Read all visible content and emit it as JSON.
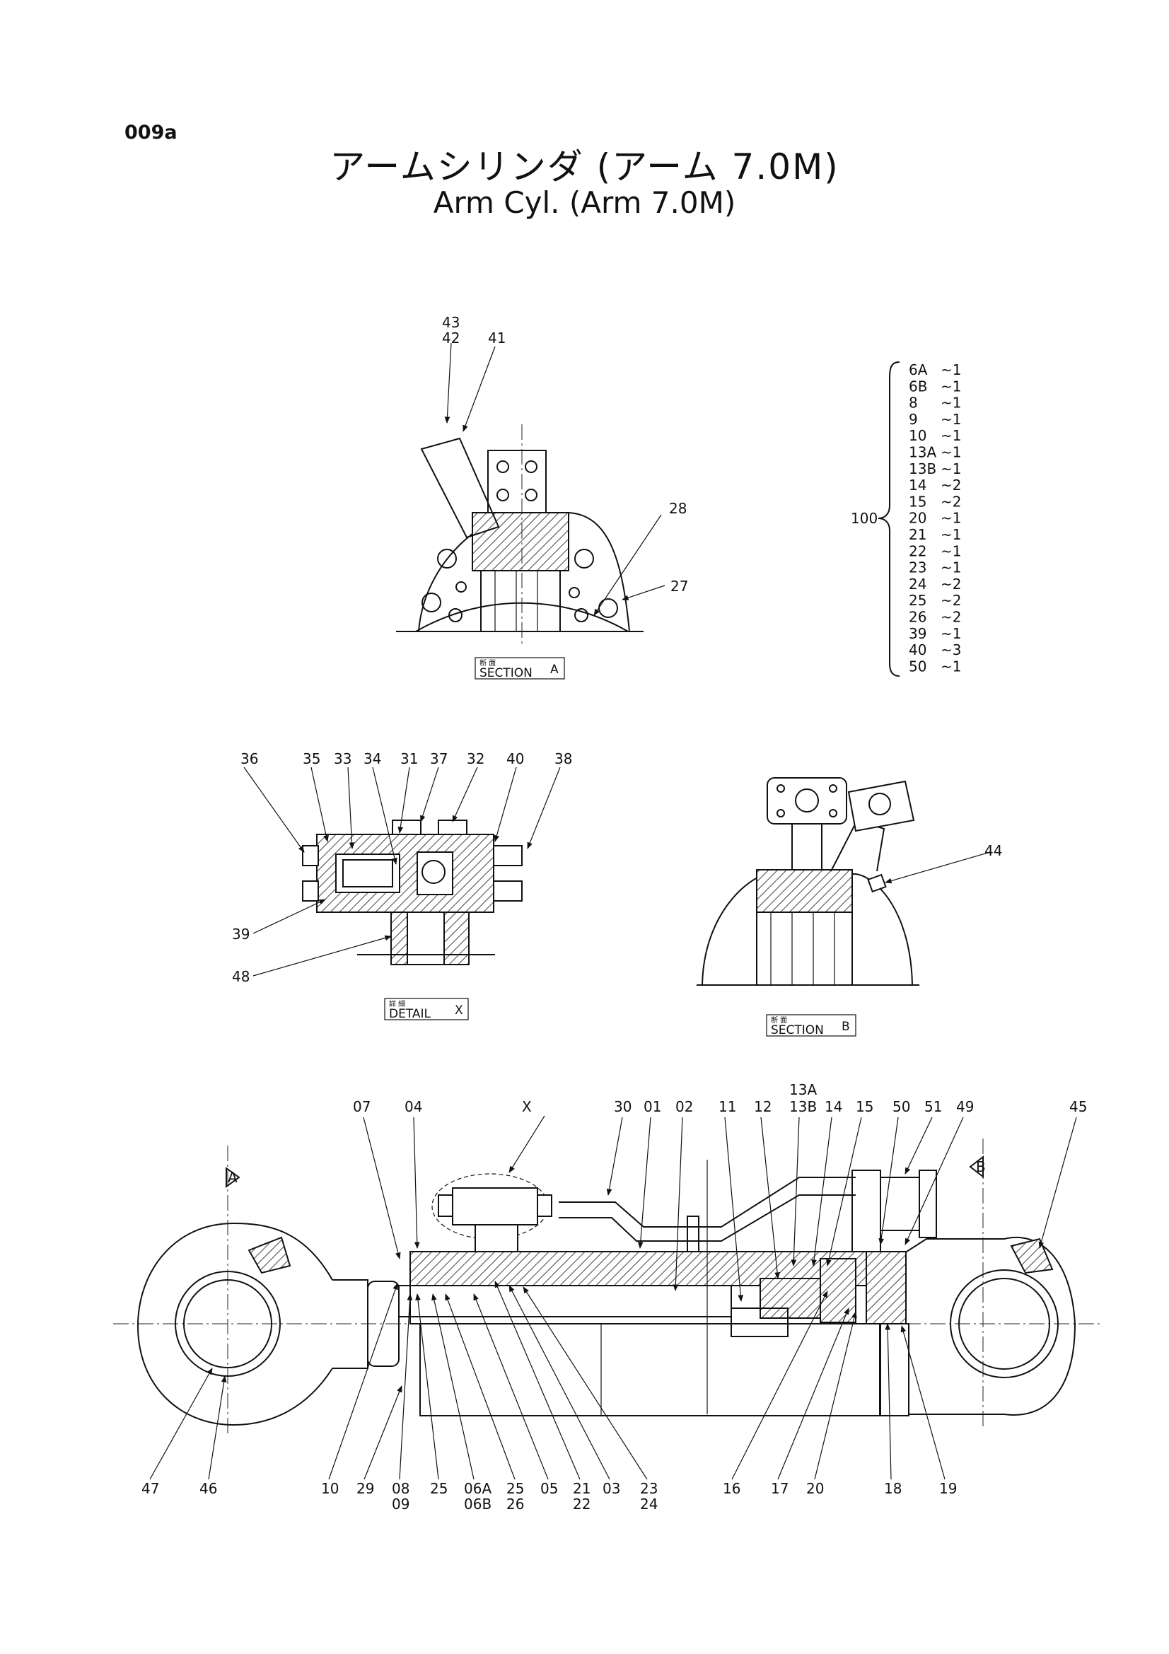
{
  "page": {
    "code": "009a",
    "title_jp": "アームシリンダ (アーム 7.0M)",
    "title_en": "Arm Cyl. (Arm 7.0M)"
  },
  "views": {
    "section_a": {
      "kanji": "断 面",
      "label": "SECTION",
      "letter": "A"
    },
    "detail_x": {
      "kanji": "詳 細",
      "label": "DETAIL",
      "letter": "X"
    },
    "section_b": {
      "kanji": "断 面",
      "label": "SECTION",
      "letter": "B"
    }
  },
  "labels": {
    "section_a": [
      "43",
      "42",
      "41",
      "28",
      "27"
    ],
    "detail_x_top": [
      "36",
      "35",
      "33",
      "34",
      "31",
      "37",
      "32",
      "40",
      "38"
    ],
    "detail_x_left": [
      "39",
      "48"
    ],
    "section_b": [
      "44"
    ],
    "main_top": [
      "07",
      "04",
      "X",
      "30",
      "01",
      "02",
      "11",
      "12",
      "13A",
      "13B",
      "14",
      "15",
      "50",
      "51",
      "49",
      "45"
    ],
    "main_markers": [
      "A",
      "B"
    ],
    "main_bottom": [
      "47",
      "46",
      "10",
      "29",
      "08",
      "09",
      "25",
      "06A",
      "06B",
      "25",
      "26",
      "05",
      "21",
      "22",
      "03",
      "23",
      "24",
      "16",
      "17",
      "20",
      "18",
      "19"
    ]
  },
  "kit": {
    "number": "100",
    "items": [
      {
        "part": "6A",
        "qty": "~1"
      },
      {
        "part": "6B",
        "qty": "~1"
      },
      {
        "part": "8",
        "qty": "~1"
      },
      {
        "part": "9",
        "qty": "~1"
      },
      {
        "part": "10",
        "qty": "~1"
      },
      {
        "part": "13A",
        "qty": "~1"
      },
      {
        "part": "13B",
        "qty": "~1"
      },
      {
        "part": "14",
        "qty": "~2"
      },
      {
        "part": "15",
        "qty": "~2"
      },
      {
        "part": "20",
        "qty": "~1"
      },
      {
        "part": "21",
        "qty": "~1"
      },
      {
        "part": "22",
        "qty": "~1"
      },
      {
        "part": "23",
        "qty": "~1"
      },
      {
        "part": "24",
        "qty": "~2"
      },
      {
        "part": "25",
        "qty": "~2"
      },
      {
        "part": "26",
        "qty": "~2"
      },
      {
        "part": "39",
        "qty": "~1"
      },
      {
        "part": "40",
        "qty": "~3"
      },
      {
        "part": "50",
        "qty": "~1"
      }
    ]
  }
}
